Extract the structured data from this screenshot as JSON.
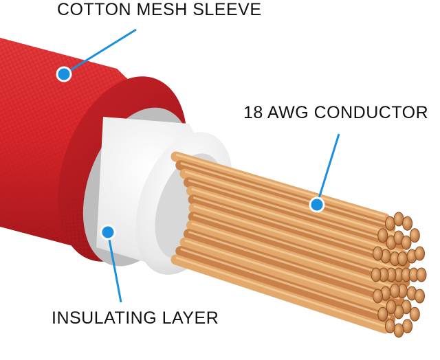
{
  "labels": {
    "sleeve": "COTTON MESH SLEEVE",
    "conductor": "18 AWG CONDUCTOR",
    "insulation": "INSULATING LAYER"
  },
  "colors": {
    "sleeve_red": "#d9262b",
    "sleeve_dark": "#a3161b",
    "insulation_white": "#ececec",
    "copper": "#d9955a",
    "copper_light": "#f2c38a",
    "copper_dark": "#a8622c",
    "callout_blue": "#1a8fe0"
  }
}
